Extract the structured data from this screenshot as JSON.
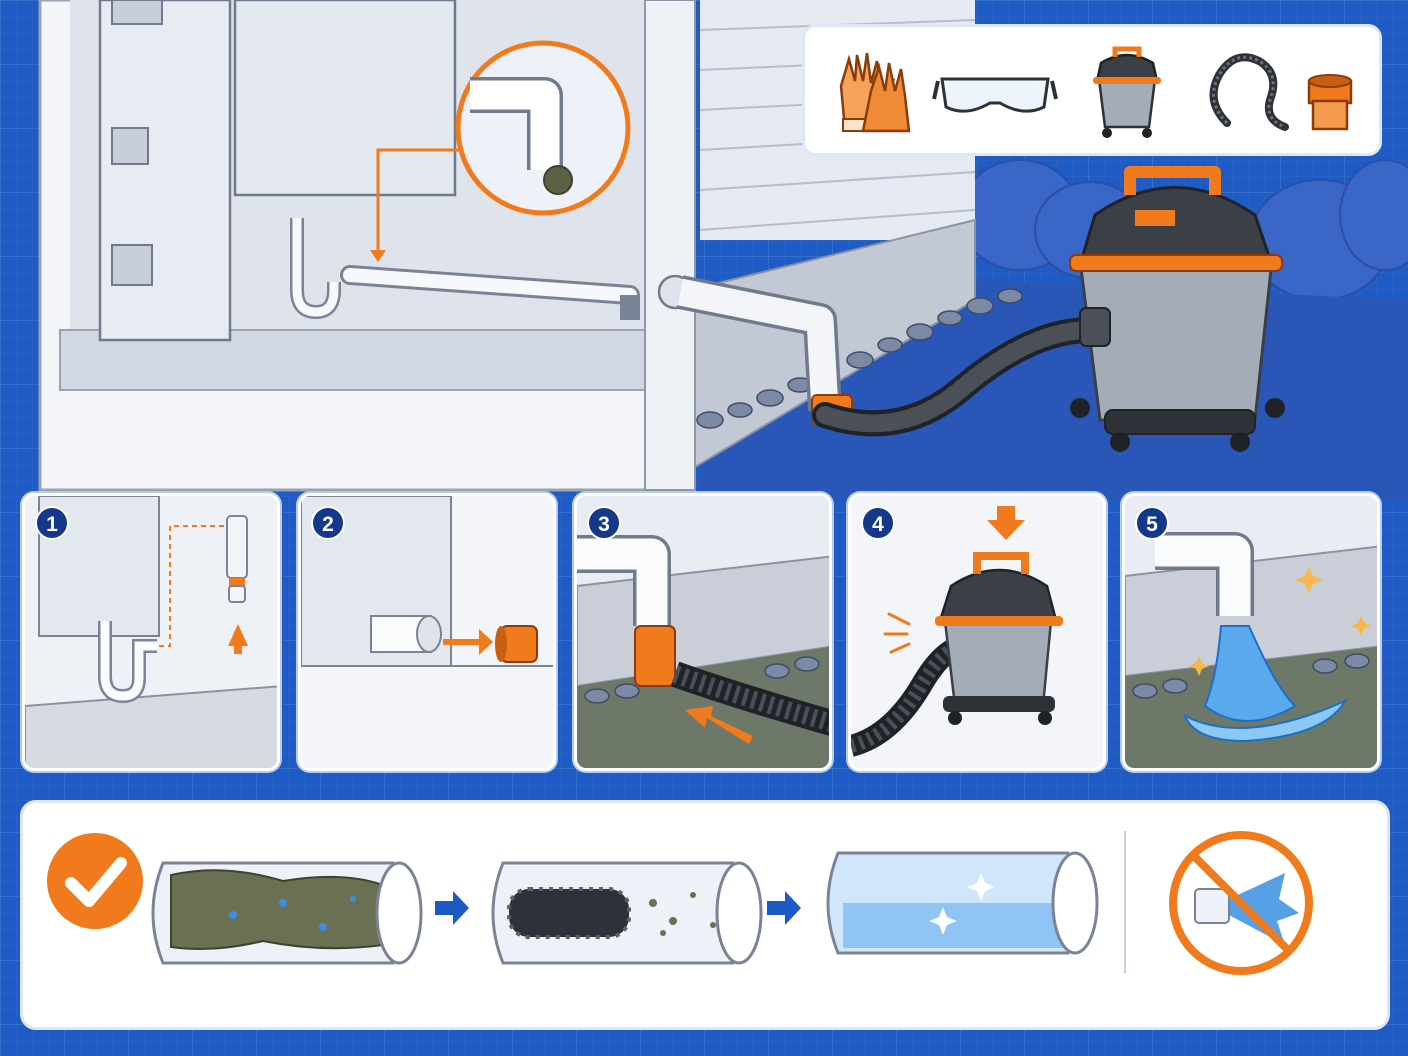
{
  "steps": [
    {
      "number": "1"
    },
    {
      "number": "2"
    },
    {
      "number": "3"
    },
    {
      "number": "4"
    },
    {
      "number": "5"
    }
  ],
  "tools": [
    "work-gloves",
    "safety-glasses",
    "wet-dry-vacuum",
    "flexible-hose",
    "pipe-adapter"
  ],
  "icons": {
    "approve": "checkmark-icon",
    "flow": "arrow-right-icon",
    "prohibited": "no-high-pressure-water-icon"
  },
  "colors": {
    "background": "#1f5bc4",
    "accent": "#f07a1c",
    "badge": "#16388a",
    "pipe": "#f2f5fa"
  }
}
